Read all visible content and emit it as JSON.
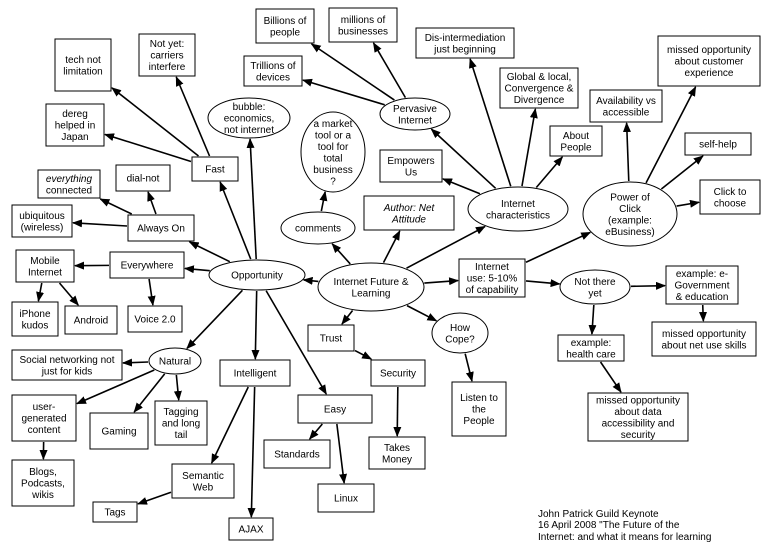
{
  "title": "Internet Future & Learning concept map",
  "nodes": {
    "central": {
      "lines": [
        "Internet Future &",
        "Learning"
      ]
    },
    "author": {
      "lines": [
        "Author: Net",
        "Attitude"
      ]
    },
    "internet_characteristics": {
      "lines": [
        "Internet",
        "characteristics"
      ]
    },
    "internet_use": {
      "lines": [
        "Internet",
        "use: 5-10%",
        "of capability"
      ]
    },
    "how_cope": {
      "lines": [
        "How",
        "Cope?"
      ]
    },
    "listen": {
      "lines": [
        "Listen to",
        "the",
        "People"
      ]
    },
    "trust": {
      "lines": [
        "Trust"
      ]
    },
    "security": {
      "lines": [
        "Security"
      ]
    },
    "takes_money": {
      "lines": [
        "Takes",
        "Money"
      ]
    },
    "easy": {
      "lines": [
        "Easy"
      ]
    },
    "standards": {
      "lines": [
        "Standards"
      ]
    },
    "linux": {
      "lines": [
        "Linux"
      ]
    },
    "opportunity": {
      "lines": [
        "Opportunity"
      ]
    },
    "comments": {
      "lines": [
        "comments"
      ]
    },
    "market_tool": {
      "lines": [
        "a market",
        "tool or a",
        "tool for",
        "total",
        "business",
        "?"
      ]
    },
    "bubble": {
      "lines": [
        "bubble:",
        "economics,",
        "not internet"
      ]
    },
    "fast": {
      "lines": [
        "Fast"
      ]
    },
    "tech_not_limitation": {
      "lines": [
        "tech not",
        "limitation"
      ]
    },
    "not_yet_carriers": {
      "lines": [
        "Not yet:",
        "carriers",
        "interfere"
      ]
    },
    "dereg": {
      "lines": [
        "dereg",
        "helped in",
        "Japan"
      ]
    },
    "always_on": {
      "lines": [
        "Always On"
      ]
    },
    "everything_connected": {
      "lines": [
        "everything",
        "connected"
      ]
    },
    "dial_not": {
      "lines": [
        "dial-not"
      ]
    },
    "ubiquitous": {
      "lines": [
        "ubiquitous",
        "(wireless)"
      ]
    },
    "everywhere": {
      "lines": [
        "Everywhere"
      ]
    },
    "mobile_internet": {
      "lines": [
        "Mobile",
        "Internet"
      ]
    },
    "iphone": {
      "lines": [
        "iPhone",
        "kudos"
      ]
    },
    "android": {
      "lines": [
        "Android"
      ]
    },
    "voice": {
      "lines": [
        "Voice 2.0"
      ]
    },
    "natural": {
      "lines": [
        "Natural"
      ]
    },
    "social_networking": {
      "lines": [
        "Social networking not",
        "just for kids"
      ]
    },
    "user_generated": {
      "lines": [
        "user-",
        "generated",
        "content"
      ]
    },
    "blogs": {
      "lines": [
        "Blogs,",
        "Podcasts,",
        "wikis"
      ]
    },
    "gaming": {
      "lines": [
        "Gaming"
      ]
    },
    "tagging": {
      "lines": [
        "Tagging",
        "and long",
        "tail"
      ]
    },
    "intelligent": {
      "lines": [
        "Intelligent"
      ]
    },
    "semantic_web": {
      "lines": [
        "Semantic",
        "Web"
      ]
    },
    "tags": {
      "lines": [
        "Tags"
      ]
    },
    "ajax": {
      "lines": [
        "AJAX"
      ]
    },
    "pervasive": {
      "lines": [
        "Pervasive",
        "Internet"
      ]
    },
    "billions": {
      "lines": [
        "Billions of",
        "people"
      ]
    },
    "millions_businesses": {
      "lines": [
        "millions of",
        "businesses"
      ]
    },
    "trillions": {
      "lines": [
        "Trillions of",
        "devices"
      ]
    },
    "empowers": {
      "lines": [
        "Empowers",
        "Us"
      ]
    },
    "disintermediation": {
      "lines": [
        "Dis-intermediation",
        "just beginning"
      ]
    },
    "global_local": {
      "lines": [
        "Global & local,",
        "Convergence &",
        "Divergence"
      ]
    },
    "about_people": {
      "lines": [
        "About",
        "People"
      ]
    },
    "power_of_click": {
      "lines": [
        "Power of",
        "Click",
        "(example:",
        "eBusiness)"
      ]
    },
    "availability": {
      "lines": [
        "Availability vs",
        "accessible"
      ]
    },
    "missed_customer": {
      "lines": [
        "missed opportunity",
        "about customer",
        "experience"
      ]
    },
    "self_help": {
      "lines": [
        "self-help"
      ]
    },
    "click_to_choose": {
      "lines": [
        "Click to",
        "choose"
      ]
    },
    "not_there_yet": {
      "lines": [
        "Not there",
        "yet"
      ]
    },
    "health_care": {
      "lines": [
        "example:",
        "health care"
      ]
    },
    "missed_data": {
      "lines": [
        "missed opportunity",
        "about data",
        "accessibility and",
        "security"
      ]
    },
    "egov": {
      "lines": [
        "example: e-",
        "Government",
        "& education"
      ]
    },
    "missed_net_use": {
      "lines": [
        "missed opportunity",
        "about net use skills"
      ]
    }
  },
  "caption": {
    "line1": "John Patrick Guild Keynote",
    "line2": "16 April 2008 \"The Future of the",
    "line3": "Internet: and what it means for learning"
  }
}
